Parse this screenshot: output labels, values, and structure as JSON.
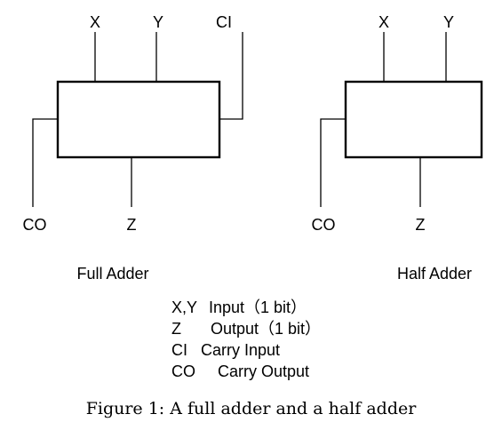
{
  "full_adder": {
    "title": "Full Adder",
    "inputs": [
      "X",
      "Y",
      "CI"
    ],
    "outputs": [
      "CO",
      "Z"
    ]
  },
  "half_adder": {
    "title": "Half Adder",
    "inputs": [
      "X",
      "Y"
    ],
    "outputs": [
      "CO",
      "Z"
    ]
  },
  "legend": [
    {
      "symbol": "X,Y",
      "description": "Input（1 bit）"
    },
    {
      "symbol": "Z",
      "description": "Output（1 bit）"
    },
    {
      "symbol": "CI",
      "description": "Carry Input"
    },
    {
      "symbol": "CO",
      "description": "Carry Output"
    }
  ],
  "caption": "Figure 1: A full adder and a half adder"
}
